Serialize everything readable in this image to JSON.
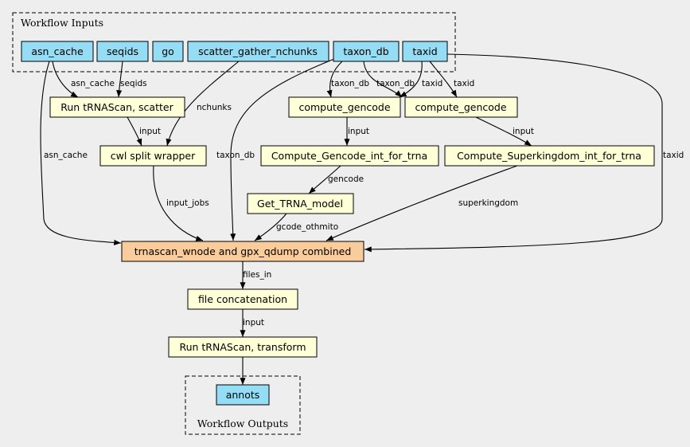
{
  "colors": {
    "input": "#94ddf4",
    "step": "#ffffd8",
    "main": "#f9cc9b",
    "background": "#eeeeee"
  },
  "clusters": {
    "inputs_title": "Workflow Inputs",
    "outputs_title": "Workflow Outputs"
  },
  "nodes": {
    "asn_cache": "asn_cache",
    "seqids": "seqids",
    "go": "go",
    "scatter_gather_nchunks": "scatter_gather_nchunks",
    "taxon_db": "taxon_db",
    "taxid": "taxid",
    "run_trnascan_scatter": "Run tRNAScan, scatter",
    "cwl_split_wrapper": "cwl split wrapper",
    "compute_gencode_1": "compute_gencode",
    "compute_gencode_2": "compute_gencode",
    "compute_gencode_int": "Compute_Gencode_int_for_trna",
    "compute_superkingdom_int": "Compute_Superkingdom_int_for_trna",
    "get_trna_model": "Get_TRNA_model",
    "trnascan_combined": "trnascan_wnode and gpx_qdump combined",
    "file_concatenation": "file concatenation",
    "run_trnascan_transform": "Run tRNAScan, transform",
    "annots": "annots"
  },
  "edge_labels": {
    "asn_cache_scatter": "asn_cache",
    "seqids_scatter": "seqids",
    "nchunks": "nchunks",
    "taxon_db_gc1": "taxon_db",
    "taxon_db_gc2": "taxon_db",
    "taxid_gc1": "taxid",
    "taxid_gc2": "taxid",
    "scatter_input": "input",
    "gc1_input": "input",
    "gc2_input": "input",
    "asn_cache_main": "asn_cache",
    "taxon_db_main": "taxon_db",
    "taxid_main": "taxid",
    "input_jobs": "input_jobs",
    "gencode": "gencode",
    "superkingdom": "superkingdom",
    "gcode_othmito": "gcode_othmito",
    "files_in": "files_in",
    "concat_input": "input"
  }
}
